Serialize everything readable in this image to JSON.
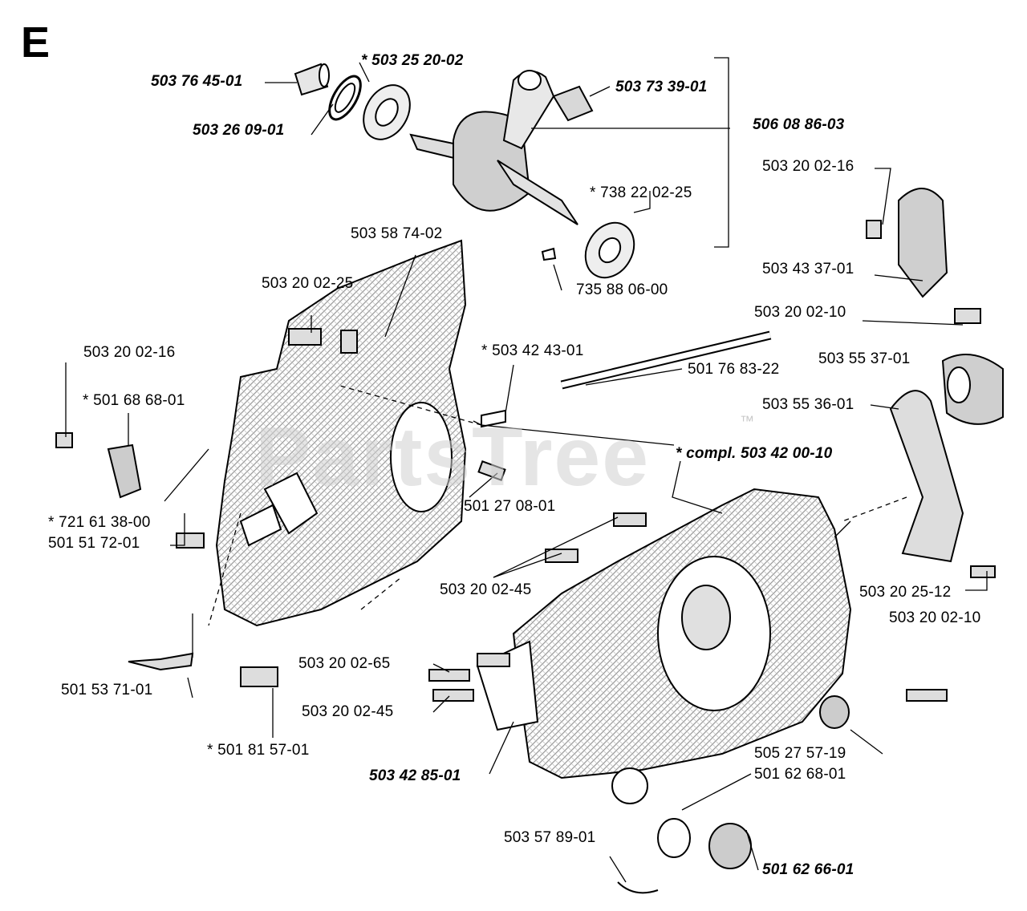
{
  "section_letter": "E",
  "watermark": "PartsTree",
  "trademark": "™",
  "labels": {
    "l01": "503 76 45-01",
    "l02": "* 503 25 20-02",
    "l03": "503 26 09-01",
    "l04": "503 73 39-01",
    "l05": "506 08 86-03",
    "l06": "503 20 02-16",
    "l07": "* 738 22 02-25",
    "l08": "503 58 74-02",
    "l09": "735 88 06-00",
    "l10": "503 43 37-01",
    "l11": "503 20 02-25",
    "l12": "503 20 02-10",
    "l13": "503 20 02-16",
    "l14": "* 503 42 43-01",
    "l15": "501 76 83-22",
    "l16": "503 55 37-01",
    "l17": "* 501 68 68-01",
    "l18": "503 55 36-01",
    "l19": "* compl. 503 42 00-10",
    "l20": "* 721 61 38-00",
    "l21": "501 27 08-01",
    "l22": "501 51 72-01",
    "l23": "503 20 02-45",
    "l24": "503 20 25-12",
    "l25": "503 20 02-10",
    "l26": "503 20 02-65",
    "l27": "501 53 71-01",
    "l28": "503 20 02-45",
    "l29": "* 501 81 57-01",
    "l30": "505 27 57-19",
    "l31": "503 42 85-01",
    "l32": "501 62 68-01",
    "l33": "503 57 89-01",
    "l34": "501 62 66-01"
  }
}
